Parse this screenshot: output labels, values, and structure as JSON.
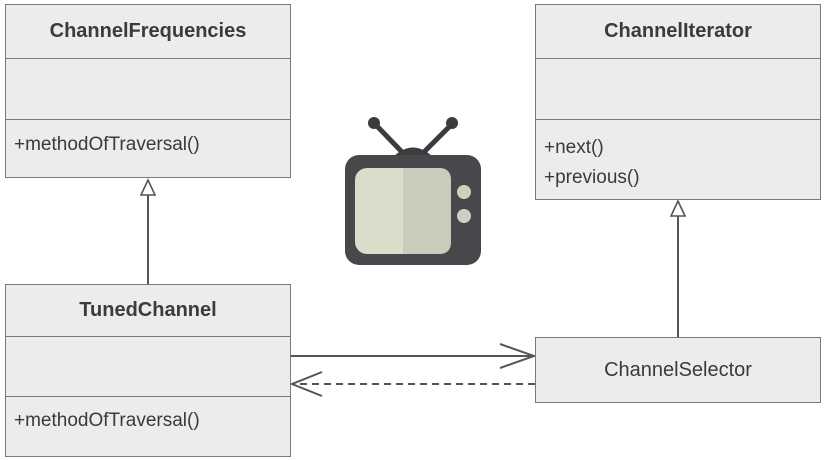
{
  "diagram": {
    "classes": {
      "channel_frequencies": {
        "name": "ChannelFrequencies",
        "methods": [
          "+methodOfTraversal()"
        ]
      },
      "channel_iterator": {
        "name": "ChannelIterator",
        "methods": [
          "+next()",
          "+previous()"
        ]
      },
      "tuned_channel": {
        "name": "TunedChannel",
        "methods": [
          "+methodOfTraversal()"
        ]
      },
      "channel_selector": {
        "name": "ChannelSelector"
      }
    },
    "relations": [
      {
        "from": "TunedChannel",
        "to": "ChannelFrequencies",
        "kind": "inheritance"
      },
      {
        "from": "ChannelSelector",
        "to": "ChannelIterator",
        "kind": "inheritance"
      },
      {
        "from": "TunedChannel",
        "to": "ChannelSelector",
        "kind": "association"
      },
      {
        "from": "ChannelSelector",
        "to": "TunedChannel",
        "kind": "dependency"
      }
    ],
    "icon": "tv-icon"
  }
}
